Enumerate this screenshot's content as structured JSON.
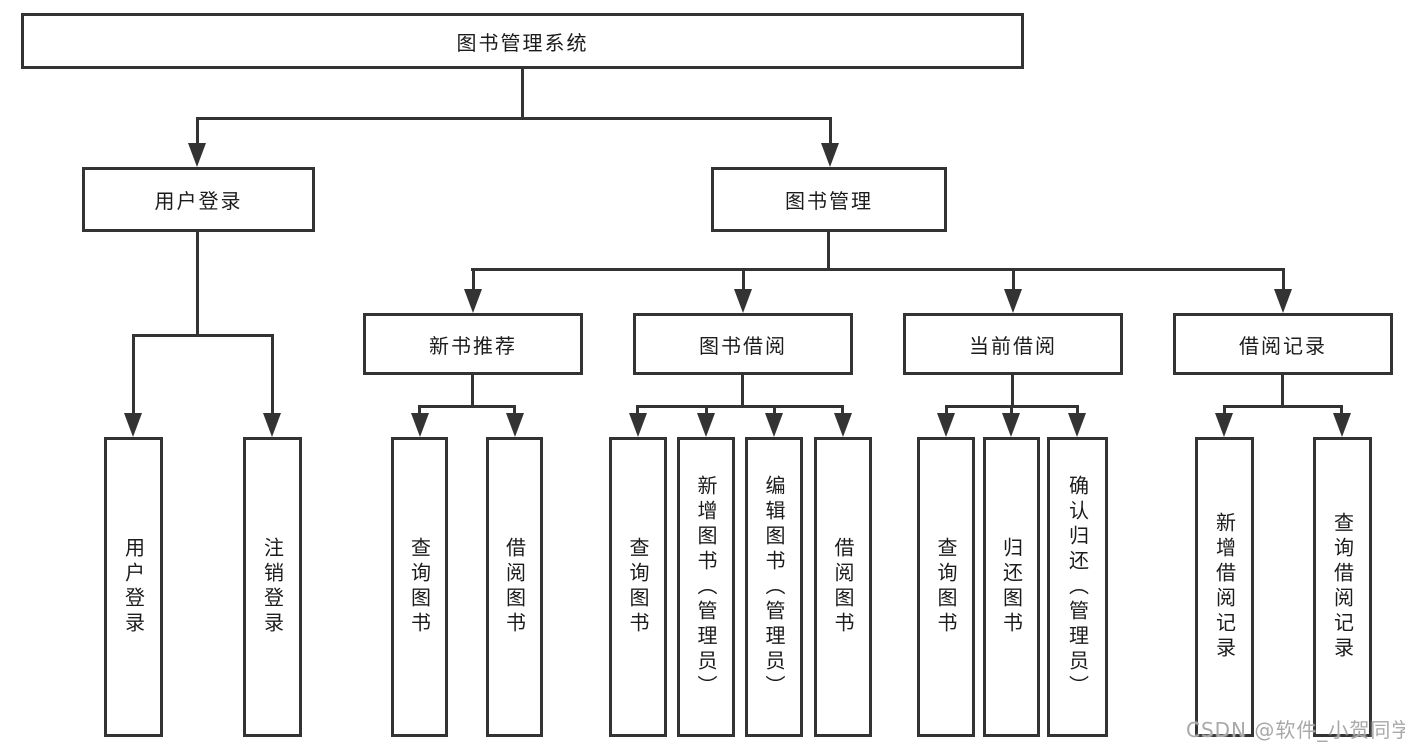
{
  "tree": {
    "root": {
      "label": "图书管理系统",
      "children": [
        {
          "label": "用户登录",
          "children": [
            {
              "label": "用户登录"
            },
            {
              "label": "注销登录"
            }
          ]
        },
        {
          "label": "图书管理",
          "children": [
            {
              "label": "新书推荐",
              "children": [
                {
                  "label": "查询图书"
                },
                {
                  "label": "借阅图书"
                }
              ]
            },
            {
              "label": "图书借阅",
              "children": [
                {
                  "label": "查询图书"
                },
                {
                  "label": "新增图书（管理员）"
                },
                {
                  "label": "编辑图书（管理员）"
                },
                {
                  "label": "借阅图书"
                }
              ]
            },
            {
              "label": "当前借阅",
              "children": [
                {
                  "label": "查询图书"
                },
                {
                  "label": "归还图书"
                },
                {
                  "label": "确认归还（管理员）"
                }
              ]
            },
            {
              "label": "借阅记录",
              "children": [
                {
                  "label": "新增借阅记录"
                },
                {
                  "label": "查询借阅记录"
                }
              ]
            }
          ]
        }
      ]
    }
  },
  "watermark": {
    "text": "CSDN @软件_小贺同学"
  },
  "colors": {
    "line": "#333333",
    "border": "#333333",
    "text": "#1c1c1c",
    "background": "#ffffff",
    "watermark": "#a9a9a9"
  }
}
